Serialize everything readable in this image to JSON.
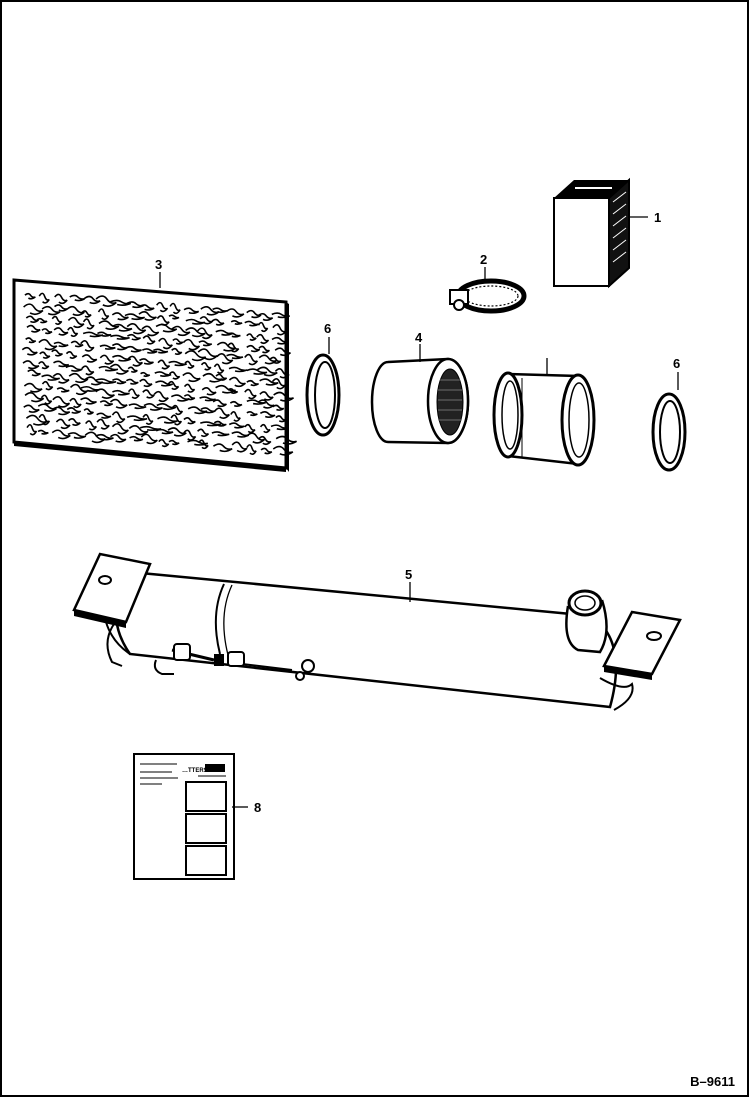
{
  "figure_id": "B–9611",
  "callouts": {
    "c1": "1",
    "c2": "2",
    "c3": "3",
    "c4": "4",
    "c5": "5",
    "c6a": "6",
    "c6b": "6",
    "c8": "8"
  },
  "decal_text": {
    "heading": "…TTERS",
    "line1": "…",
    "line2": "…"
  }
}
